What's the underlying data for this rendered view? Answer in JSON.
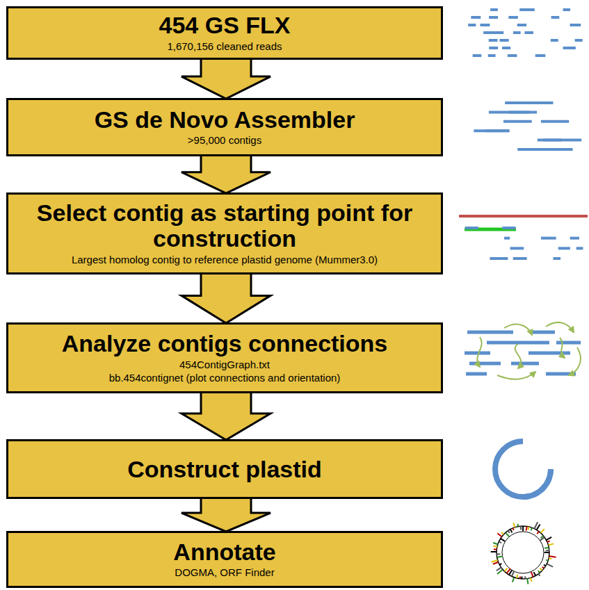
{
  "diagram": {
    "nodes": [
      {
        "text": [
          "454 GS FLX",
          "1,670,156 cleaned reads"
        ]
      },
      {
        "text": [
          "GS de Novo Assembler",
          ">95,000 contigs"
        ]
      },
      {
        "text": [
          "Select contig as starting point for construction",
          "Largest homolog contig to reference plastid genome (Mummer3.0)"
        ]
      },
      {
        "text": [
          "Analyze contigs connections",
          "454ContigGraph.txt",
          "bb.454contignet (plot connections and orientation)"
        ]
      },
      {
        "text": [
          "Construct plastid"
        ]
      },
      {
        "text": [
          "Annotate",
          "DOGMA, ORF Finder"
        ]
      }
    ],
    "edges": [
      {
        "from": 0,
        "to": 1,
        "arrow": "to"
      },
      {
        "from": 1,
        "to": 2,
        "arrow": "to"
      },
      {
        "from": 2,
        "to": 3,
        "arrow": "to"
      },
      {
        "from": 3,
        "to": 4,
        "arrow": "to"
      },
      {
        "from": 4,
        "to": 5,
        "arrow": "to"
      }
    ]
  }
}
